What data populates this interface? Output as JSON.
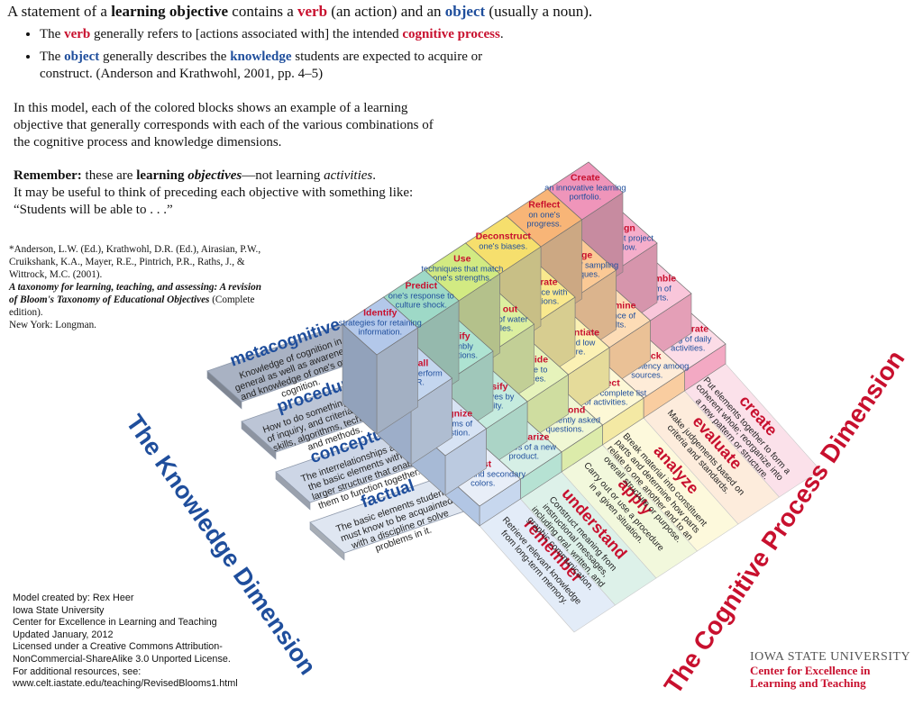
{
  "intro": {
    "line1_a": "A statement of a ",
    "line1_b": "learning objective",
    "line1_c": " contains a ",
    "line1_d": "verb",
    "line1_e": " (an action) and an ",
    "line1_f": "object",
    "line1_g": " (usually a noun).",
    "b1_a": "The ",
    "b1_b": "verb",
    "b1_c": " generally refers to [actions associated with] the intended ",
    "b1_d": "cognitive process",
    "b1_e": ".",
    "b2_a": "The ",
    "b2_b": "object",
    "b2_c": " generally describes the ",
    "b2_d": "knowledge",
    "b2_e": " students are expected to acquire or construct. (Anderson and Krathwohl, 2001, pp. 4–5)"
  },
  "model_text": "In this model, each of the colored blocks shows an example of a learning objective that generally corresponds with each of the various combinations of the cognitive process and knowledge dimensions.",
  "remember": {
    "a": "Remember:",
    "b": " these are ",
    "c": "learning ",
    "d": "objectives",
    "e": "—not learning ",
    "f": "activities",
    "g": ".",
    "h": "It may be useful to think of preceding each objective with something like: “Students will be able to . . .”"
  },
  "citation": {
    "a": "*Anderson, L.W. (Ed.), Krathwohl, D.R. (Ed.), Airasian, P.W., Cruikshank, K.A., Mayer, R.E., Pintrich, P.R., Raths, J., & Wittrock, M.C. (2001).",
    "b": "A taxonomy for learning, teaching, and assessing: A revision of Bloom's Taxonomy of Educational Objectives",
    "c": " (Complete edition).",
    "d": "New York: Longman."
  },
  "credits": [
    "Model created by: Rex Heer",
    "Iowa State University",
    "Center for Excellence in Learning and Teaching",
    "Updated January, 2012",
    "Licensed under a Creative Commons Attribution-",
    "NonCommercial-ShareAlike 3.0 Unported License.",
    "For additional resources, see:",
    "www.celt.iastate.edu/teaching/RevisedBlooms1.html"
  ],
  "isu": {
    "university": "IOWA STATE UNIVERSITY",
    "center_1": "Center for Excellence in",
    "center_2": "Learning and Teaching"
  },
  "knowledge_axis_title": "The Knowledge Dimension",
  "cognitive_axis_title": "The Cognitive Process Dimension",
  "knowledge_levels": [
    {
      "name": "factual",
      "desc": [
        "The basic elements students",
        "must know to be acquainted",
        "with a discipline or solve",
        "problems in it."
      ]
    },
    {
      "name": "conceptual",
      "desc": [
        "The interrelationships among",
        "the basic elements within a",
        "larger structure that enable",
        "them to function together."
      ]
    },
    {
      "name": "procedural",
      "desc": [
        "How to do something, methods",
        "of inquiry, and criteria for using",
        "skills, algorithms, techniques,",
        "and methods."
      ]
    },
    {
      "name": "metacognitive",
      "desc": [
        "Knowledge of cognition in",
        "general as well as awareness",
        "and knowledge of one's own",
        "cognition."
      ]
    }
  ],
  "cognitive_levels": [
    {
      "name": "remember",
      "desc": [
        "Retrieve relevant knowledge",
        "from long-term memory."
      ]
    },
    {
      "name": "understand",
      "desc": [
        "Construct meaning from",
        "instructional messages,",
        "including oral, written, and",
        "graphic communication."
      ]
    },
    {
      "name": "apply",
      "desc": [
        "Carry out or use a procedure",
        "in a given situation."
      ]
    },
    {
      "name": "analyze",
      "desc": [
        "Break material into constituent",
        "parts and determine how parts",
        "relate to one another and to an",
        "overall structure or purpose."
      ]
    },
    {
      "name": "evaluate",
      "desc": [
        "Make judgements based on",
        "criteria and standards."
      ]
    },
    {
      "name": "create",
      "desc": [
        "Put elements together to form a",
        "coherent whole; reorganize into",
        "a new pattern or structure."
      ]
    }
  ],
  "blocks": [
    [
      {
        "verb": "List",
        "lines": [
          "primary and secondary",
          "colors."
        ]
      },
      {
        "verb": "Summarize",
        "lines": [
          "features of a new",
          "product."
        ]
      },
      {
        "verb": "Respond",
        "lines": [
          "to frequently asked",
          "questions."
        ]
      },
      {
        "verb": "Select",
        "lines": [
          "the most complete list",
          "of activities."
        ]
      },
      {
        "verb": "Check",
        "lines": [
          "for consistency among",
          "sources."
        ]
      },
      {
        "verb": "Generate",
        "lines": [
          "a log of daily",
          "activities."
        ]
      }
    ],
    [
      {
        "verb": "Recognize",
        "lines": [
          "symptoms of",
          "exhaustion."
        ]
      },
      {
        "verb": "Classify",
        "lines": [
          "adhesives by",
          "toxicity."
        ]
      },
      {
        "verb": "Provide",
        "lines": [
          "advice to",
          "novices."
        ]
      },
      {
        "verb": "Differentiate",
        "lines": [
          "high and low",
          "culture."
        ]
      },
      {
        "verb": "Determine",
        "lines": [
          "relevance of",
          "results."
        ]
      },
      {
        "verb": "Assemble",
        "lines": [
          "a team of",
          "experts."
        ]
      }
    ],
    [
      {
        "verb": "Recall",
        "lines": [
          "how to perform",
          "CPR."
        ]
      },
      {
        "verb": "Clarify",
        "lines": [
          "assembly",
          "instructions."
        ]
      },
      {
        "verb": "Carry out",
        "lines": [
          "pH tests of water",
          "samples."
        ]
      },
      {
        "verb": "Integrate",
        "lines": [
          "compliance with",
          "regulations."
        ]
      },
      {
        "verb": "Judge",
        "lines": [
          "efficiency of sampling",
          "techniques."
        ]
      },
      {
        "verb": "Design",
        "lines": [
          "an efficient project",
          "workflow."
        ]
      }
    ],
    [
      {
        "verb": "Identify",
        "lines": [
          "strategies for retaining",
          "information."
        ]
      },
      {
        "verb": "Predict",
        "lines": [
          "one's response to",
          "culture shock."
        ]
      },
      {
        "verb": "Use",
        "lines": [
          "techniques that match",
          "one's strengths."
        ]
      },
      {
        "verb": "Deconstruct",
        "lines": [
          "one's biases."
        ]
      },
      {
        "verb": "Reflect",
        "lines": [
          "on one's",
          "progress."
        ]
      },
      {
        "verb": "Create",
        "lines": [
          "an innovative learning",
          "portfolio."
        ]
      }
    ]
  ],
  "colors": {
    "verb": "#c8102e",
    "object_blue": "#1f4e9c",
    "row_factual": "#c9d5ea",
    "row_conceptual": "#b7c6e0",
    "row_procedural": "#a9b6cf",
    "row_metacognitive": "#9daabf"
  }
}
